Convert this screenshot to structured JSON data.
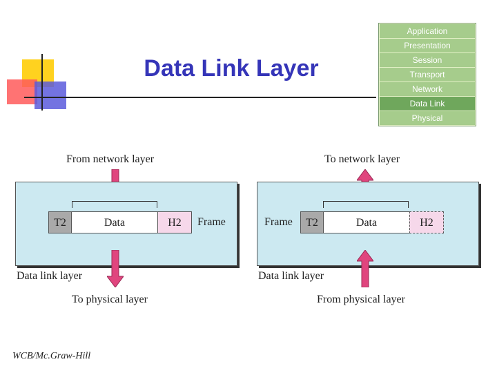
{
  "slide": {
    "title": "Data Link Layer",
    "footer": "WCB/Mc.Graw-Hill"
  },
  "osi_stack": {
    "layers": [
      "Application",
      "Presentation",
      "Session",
      "Transport",
      "Network",
      "Data Link",
      "Physical"
    ],
    "highlighted": "Data Link"
  },
  "sender": {
    "top_label": "From network layer",
    "bottom_label": "To physical layer",
    "box_label": "Data link layer",
    "frame_label": "Frame",
    "cells": {
      "trailer": "T2",
      "data": "Data",
      "header": "H2"
    }
  },
  "receiver": {
    "top_label": "To network layer",
    "bottom_label": "From physical layer",
    "box_label": "Data link layer",
    "frame_label": "Frame",
    "cells": {
      "trailer": "T2",
      "data": "Data",
      "header": "H2"
    }
  },
  "colors": {
    "title": "#3535b8",
    "box_fill": "#cce9f1",
    "arrow": "#e0457e",
    "header_fill": "#f6d8ea",
    "trailer_fill": "#a9a9a9"
  }
}
